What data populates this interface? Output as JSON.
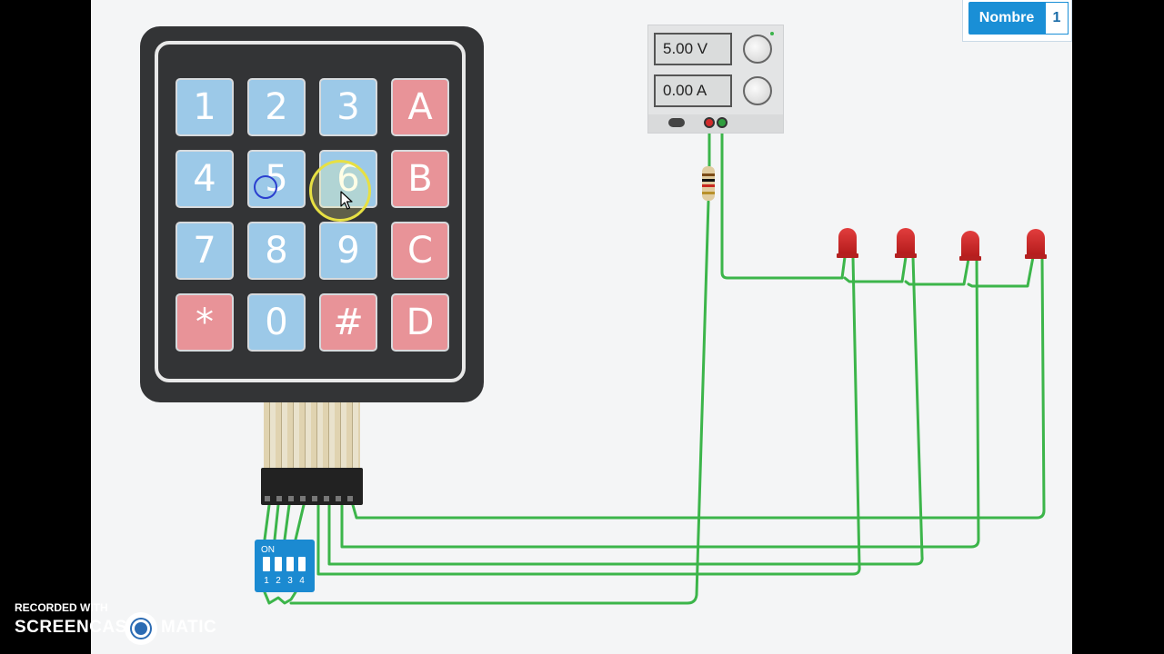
{
  "keypad": {
    "keys": [
      {
        "label": "1",
        "color": "blue"
      },
      {
        "label": "2",
        "color": "blue"
      },
      {
        "label": "3",
        "color": "blue"
      },
      {
        "label": "A",
        "color": "red"
      },
      {
        "label": "4",
        "color": "blue"
      },
      {
        "label": "5",
        "color": "blue"
      },
      {
        "label": "6",
        "color": "blue"
      },
      {
        "label": "B",
        "color": "red"
      },
      {
        "label": "7",
        "color": "blue"
      },
      {
        "label": "8",
        "color": "blue"
      },
      {
        "label": "9",
        "color": "blue"
      },
      {
        "label": "C",
        "color": "red"
      },
      {
        "label": "*",
        "color": "red"
      },
      {
        "label": "0",
        "color": "blue"
      },
      {
        "label": "#",
        "color": "red"
      },
      {
        "label": "D",
        "color": "red"
      }
    ]
  },
  "power_supply": {
    "voltage": "5.00 V",
    "current": "0.00 A"
  },
  "dip_switch": {
    "on_label": "ON",
    "numbers": [
      "1",
      "2",
      "3",
      "4"
    ]
  },
  "nombre_panel": {
    "label": "Nombre",
    "value": "1"
  },
  "watermark": {
    "recorded": "RECORDED WITH",
    "brand_left": "SCREENCAST",
    "brand_right": "MATIC"
  },
  "colors": {
    "wire": "#3cb54a",
    "key_blue": "#9cc9e8",
    "key_red": "#e89398",
    "accent": "#1a8fd6"
  },
  "icons": {
    "cursor": "mouse-pointer-icon",
    "logo": "screencast-o-matic-logo-icon"
  }
}
